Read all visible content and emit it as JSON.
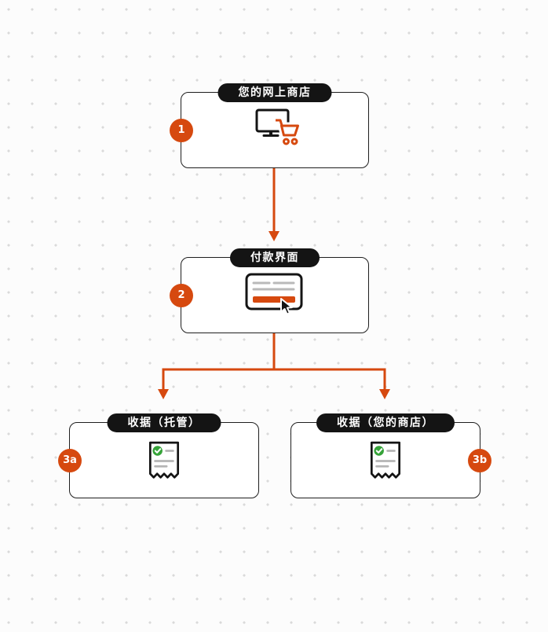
{
  "colors": {
    "accent_orange": "#D6490F",
    "pill_black": "#141414",
    "check_green": "#36A339",
    "line_gray": "#b9b9b9",
    "background": "#fcfcfc"
  },
  "diagram": {
    "nodes": [
      {
        "badge": "1",
        "label": "您的网上商店",
        "icon": "online-store-icon"
      },
      {
        "badge": "2",
        "label": "付款界面",
        "icon": "payment-form-icon"
      },
      {
        "badge": "3a",
        "label": "收据（托管）",
        "icon": "receipt-icon"
      },
      {
        "badge": "3b",
        "label": "收据（您的商店）",
        "icon": "receipt-icon"
      }
    ]
  }
}
